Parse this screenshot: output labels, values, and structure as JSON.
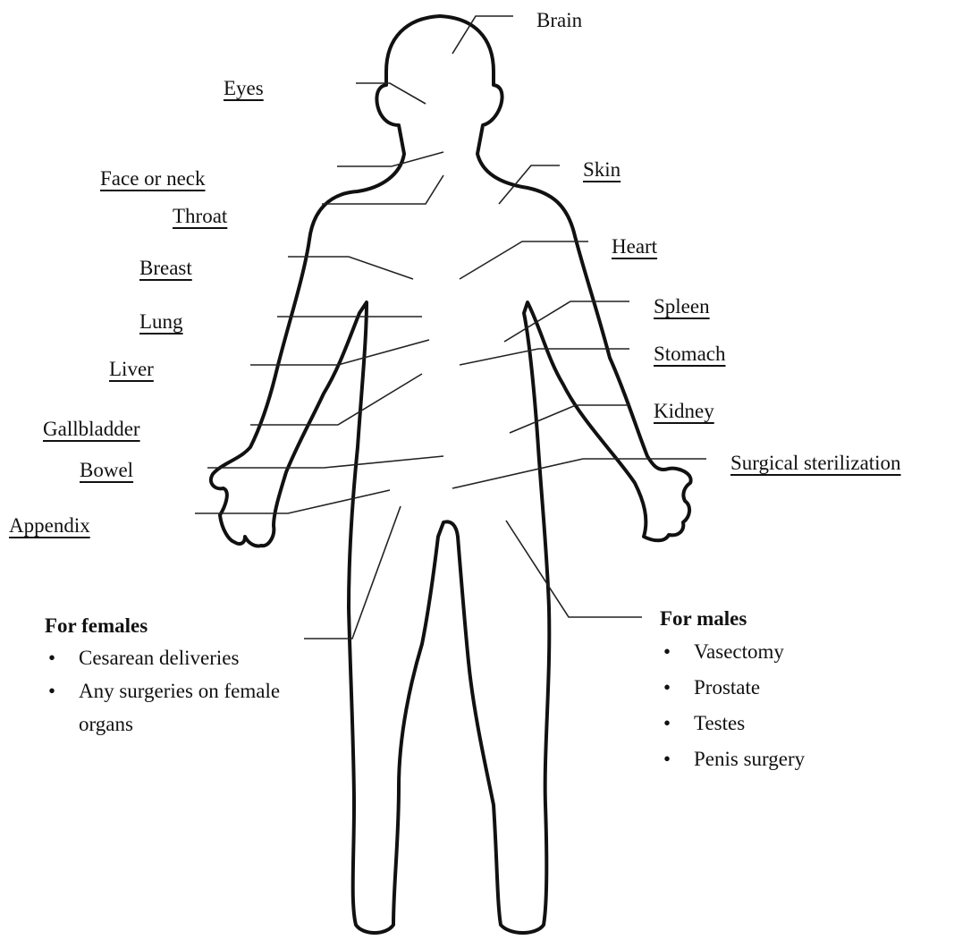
{
  "labels": {
    "brain": "Brain",
    "eyes": "Eyes",
    "face_neck": "Face or neck",
    "throat": "Throat",
    "skin": "Skin",
    "breast": "Breast",
    "heart": "Heart",
    "lung": "Lung",
    "spleen": "Spleen",
    "liver": "Liver",
    "stomach": "Stomach",
    "gallbladder": "Gallbladder",
    "kidney": "Kidney",
    "bowel": "Bowel",
    "surgical_sterilization": "Surgical sterilization",
    "appendix": "Appendix"
  },
  "females": {
    "heading": "For females",
    "items": [
      "Cesarean deliveries",
      "Any surgeries on female organs"
    ]
  },
  "males": {
    "heading": "For males",
    "items": [
      "Vasectomy",
      "Prostate",
      "Testes",
      "Penis surgery"
    ]
  }
}
